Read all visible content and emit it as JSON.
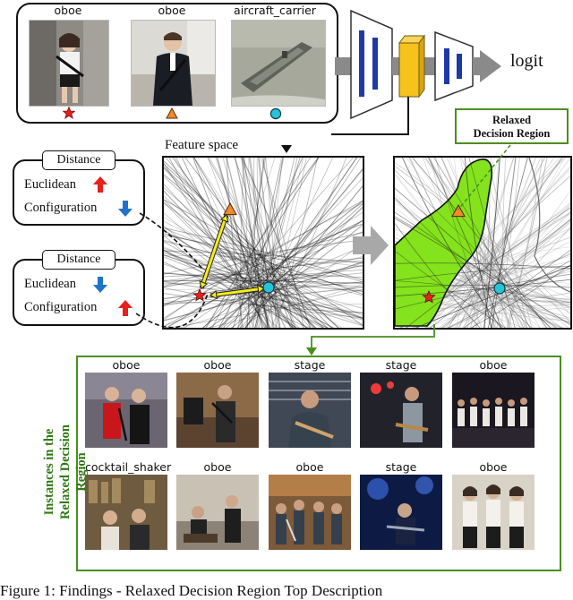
{
  "top_images": [
    {
      "label": "oboe",
      "marker": "red-star"
    },
    {
      "label": "oboe",
      "marker": "orange-triangle"
    },
    {
      "label": "aircraft_carrier",
      "marker": "cyan-circle"
    }
  ],
  "logit_label": "logit",
  "feature_space_label": "Feature space",
  "relaxed_box": {
    "line1": "Relaxed",
    "line2": "Decision Region"
  },
  "distance_box_1": {
    "title": "Distance",
    "euclidean": "Euclidean",
    "configuration": "Configuration",
    "euclidean_arrow": "up",
    "configuration_arrow": "down"
  },
  "distance_box_2": {
    "title": "Distance",
    "euclidean": "Euclidean",
    "configuration": "Configuration",
    "euclidean_arrow": "down",
    "configuration_arrow": "up"
  },
  "side_label": {
    "line1": "Instances in the",
    "line2": "Relaxed Decision Region"
  },
  "grid": {
    "row1": [
      "oboe",
      "oboe",
      "stage",
      "stage",
      "oboe"
    ],
    "row2": [
      "cocktail_shaker",
      "oboe",
      "oboe",
      "stage",
      "oboe"
    ]
  },
  "caption": "Figure 1: Findings - Relaxed Decision Region Top Description",
  "colors": {
    "green": "#4a8f1e",
    "region": "#84e31c",
    "cube": "#f6c21b",
    "up_arrow": "#e8201c",
    "down_arrow": "#1f74c9"
  }
}
